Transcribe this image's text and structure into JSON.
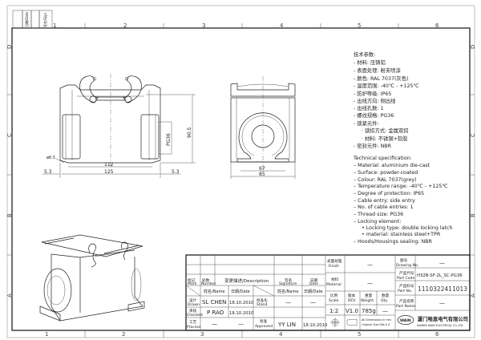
{
  "frame": {
    "zones_top": [
      "1",
      "2",
      "3",
      "4",
      "5",
      "6"
    ],
    "zones_side": [
      "D",
      "C",
      "B",
      "A"
    ],
    "corner_labels": [
      "日期/Date",
      "签名/Sign"
    ]
  },
  "dimensions": {
    "front": {
      "inner_width": "112",
      "outer_width": "125",
      "left_offset": "5.3",
      "right_offset": "5.3",
      "height": "90.5",
      "thread": "PG36",
      "hole": "ø6.5"
    },
    "side": {
      "inner_width": "67",
      "outer_width": "85"
    }
  },
  "spec_cn": {
    "title": "技术参数:",
    "lines": [
      "- 材料: 压铸铝",
      "- 表面处理: 粉末喷涂",
      "- 颜色: RAL 7037(灰色)",
      "- 温度范围: -40℃ - +125℃",
      "- 防护等级: IP65",
      "- 出线方向: 侧出线",
      "- 出线孔数: 1",
      "- 螺纹规格: PG36",
      "- 锁紧元件:",
      "· 锁扣方式: 金属双扣",
      "· 材料: 不锈钢+软胶",
      "- 密封元件: NBR"
    ]
  },
  "spec_en": {
    "title": "Technical specification:",
    "lines": [
      "– Material: aluminium die-cast",
      "– Surface: powder-coated",
      "– Colour: RAL 7037(grey)",
      "– Temperature range: -40℃ - +125℃",
      "– Degree of protection: IP65",
      "– Cable entry: side entry",
      "– No. of cable entries: 1",
      "– Thread size: PG36",
      "– Locking element:",
      "• Locking type: double locking latch",
      "• material: stainless steel+TPR",
      "– Hoods/Housings sealing: NBR"
    ]
  },
  "title_block": {
    "mark_cn": "标记",
    "mark_en": "Mark",
    "number_cn": "处数",
    "number_en": "Number",
    "description": "变更描述/Description",
    "signature_cn": "签名",
    "signature_en": "Signature",
    "date_cn": "日期",
    "date_en": "Date",
    "name_header": "姓名/Name",
    "date_header": "日期/Date",
    "drawn_cn": "设计",
    "drawn_en": "Drawn",
    "drawn_name": "SL CHEN",
    "drawn_date": "18.10.2010",
    "checked_cn": "审核",
    "checked_en": "Checked",
    "checked_name": "P RAO",
    "checked_date": "18.10.2010",
    "process_cn": "工艺",
    "process_en": "Process",
    "process_name": "—",
    "process_date": "—",
    "stand_cn": "标准化",
    "stand_en": "Stand.",
    "stand_name": "—",
    "stand_date": "—",
    "approved_cn": "批准",
    "approved_en": "Approved",
    "approved_name": "YY LIN",
    "approved_date": "18.10.2010",
    "finish_cn": "表面处理",
    "finish_en": "Finish",
    "finish_value": "—",
    "material_cn": "材料",
    "material_en": "Material",
    "material_value": "—",
    "scale_cn": "比例",
    "scale_en": "Scale",
    "scale_value": "1:2",
    "rev_cn": "版本",
    "rev_en": "REV.",
    "rev_value": "V1.0",
    "weight_cn": "重量",
    "weight_en": "Weight",
    "weight_value": "785g",
    "qty_cn": "数量",
    "qty_en": "Qty.",
    "qty_value": "—",
    "units_note_1": "All Dimensions in mm",
    "units_note_2": "Original Size DIN A 4",
    "drawing_no_cn": "图号",
    "drawing_no_en": "Drawing No.",
    "drawing_no_value": "—",
    "part_code_cn": "产品代号",
    "part_code_en": "Part Code",
    "part_code_value": "H32B-SF-2L_SC-PG36",
    "part_no_cn": "产品料号",
    "part_no_en": "Part No.",
    "part_no_value": "1110322411013",
    "part_name_cn": "产品名称",
    "part_name_en": "Part Name",
    "part_name_value": "—",
    "logo_text": "WAIN",
    "company_cn": "厦门唯恩电气有限公司",
    "company_en": "XIAMEN WAIN ELECTRICAL CO.,LTD"
  }
}
